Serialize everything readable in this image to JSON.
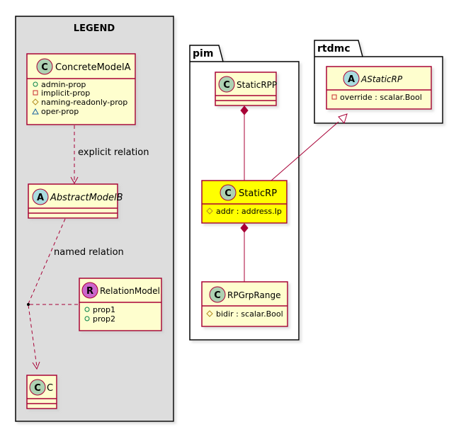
{
  "legend": {
    "title": "LEGEND",
    "concrete_class": {
      "stereotype_letter": "C",
      "name": "ConcreteModelA",
      "props": [
        {
          "visibility": "public",
          "text": "admin-prop"
        },
        {
          "visibility": "private",
          "text": "implicit-prop"
        },
        {
          "visibility": "protected",
          "text": "naming-readonly-prop"
        },
        {
          "visibility": "package",
          "text": "oper-prop"
        }
      ]
    },
    "explicit_relation_label": "explicit relation",
    "abstract_class": {
      "stereotype_letter": "A",
      "name": "AbstractModelB"
    },
    "named_relation_label": "named relation",
    "relation_class": {
      "stereotype_letter": "R",
      "name": "RelationModel",
      "props": [
        {
          "visibility": "public",
          "text": "prop1"
        },
        {
          "visibility": "public",
          "text": "prop2"
        }
      ]
    },
    "c_class": {
      "stereotype_letter": "C",
      "name": "C"
    }
  },
  "pim": {
    "package_name": "pim",
    "static_rpp": {
      "stereotype_letter": "C",
      "name": "StaticRPP"
    },
    "static_rp": {
      "stereotype_letter": "C",
      "name": "StaticRP",
      "props": [
        {
          "visibility": "protected",
          "text": "addr : address.Ip"
        }
      ]
    },
    "rpgrp_range": {
      "stereotype_letter": "C",
      "name": "RPGrpRange",
      "props": [
        {
          "visibility": "protected",
          "text": "bidir : scalar.Bool"
        }
      ]
    }
  },
  "rtdmc": {
    "package_name": "rtdmc",
    "astatic_rp": {
      "stereotype_letter": "A",
      "name": "AStaticRP",
      "props": [
        {
          "visibility": "private",
          "text": "override : scalar.Bool"
        }
      ]
    }
  },
  "colors": {
    "class_fill": "#FEFECE",
    "class_border": "#A80036",
    "highlight_fill": "#FFFF00",
    "legend_fill": "#DDDDDD",
    "circle_c": "#ADD1B2",
    "circle_a": "#A9DCDF",
    "circle_r": "#CC66CC"
  }
}
